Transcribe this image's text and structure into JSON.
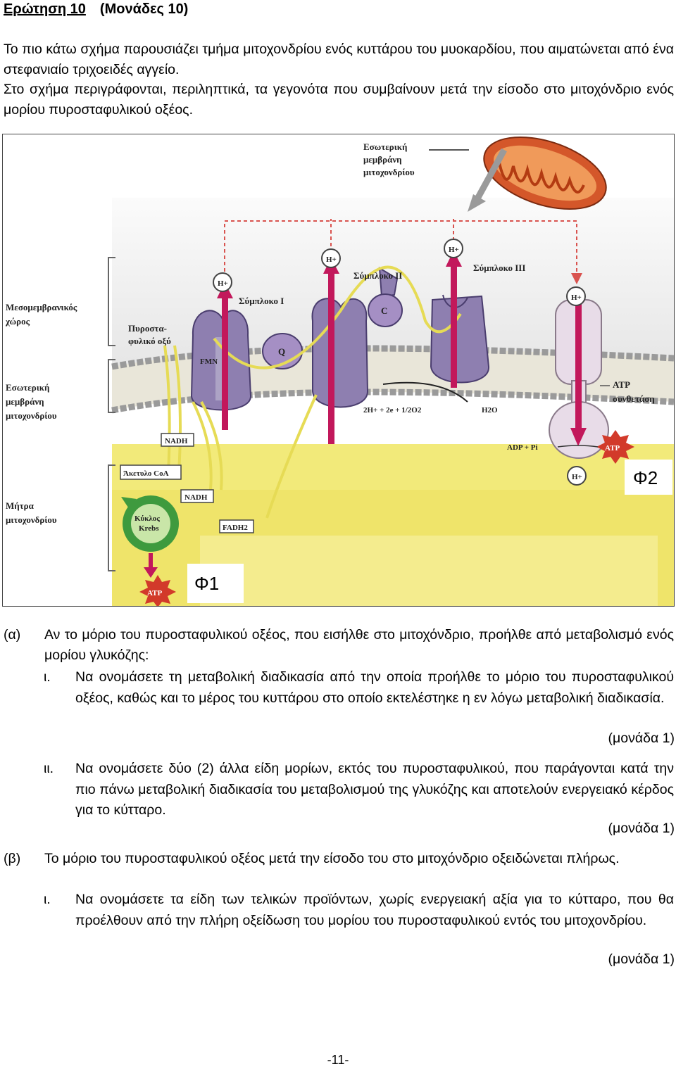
{
  "header": {
    "question": "Ερώτηση 10",
    "units": "(Μονάδες 10)"
  },
  "intro": {
    "p1": "Το πιο κάτω σχήμα παρουσιάζει τμήμα μιτοχονδρίου ενός κυττάρου του μυοκαρδίου, που αιματώνεται από ένα στεφανιαίο τριχοειδές αγγείο.",
    "p2": "Στο σχήμα περιγράφονται, περιληπτικά, τα γεγονότα που συμβαίνουν μετά την είσοδο στο μιτοχόνδριο ενός μορίου πυροσταφυλικού οξέος."
  },
  "figure": {
    "inner_membrane_top": [
      "Εσωτερική",
      "μεμβράνη",
      "μιτοχονδρίου"
    ],
    "intermembrane_space": [
      "Μεσομεμβρανικός",
      "χώρος"
    ],
    "pyruvate": [
      "Πυροστα-",
      "φυλικό οξύ"
    ],
    "inner_membrane_left": [
      "Εσωτερική",
      "μεμβράνη",
      "μιτοχονδρίου"
    ],
    "matrix": [
      "Μήτρα",
      "μιτοχονδρίου"
    ],
    "complex_1": "Σύμπλοκο I",
    "complex_2": "Σύμπλοκο II",
    "complex_3": "Σύμπλοκο III",
    "atp_synthase": [
      "ATP",
      "συνθετάση"
    ],
    "proton": "H+",
    "fmn": "FMN",
    "q": "Q",
    "c": "C",
    "nadh": "NADH",
    "acetyl_coa": "Άκετυλο CoA",
    "fadh2": "FADH2",
    "krebs": [
      "Κύκλος",
      "Krebs"
    ],
    "atp": "ATP",
    "adp": "ADP + Pi",
    "water_reaction": "2H+ + 2e + 1/2O2",
    "water": "H2O",
    "phi1": "Φ1",
    "phi2": "Φ2"
  },
  "questions": {
    "a": {
      "tag": "(α)",
      "text": "Αν το μόριο του πυροσταφυλικού οξέος, που εισήλθε στο μιτοχόνδριο, προήλθε από μεταβολισμό ενός μορίου γλυκόζης:",
      "i": {
        "num": "ι.",
        "text": "Να ονομάσετε τη μεταβολική διαδικασία από την οποία προήλθε το μόριο του πυροσταφυλικού οξέος, καθώς και το μέρος του κυττάρου στο οποίο εκτελέστηκε η εν λόγω μεταβολική διαδικασία.",
        "points": "(μονάδα 1)"
      },
      "ii": {
        "num": "ιι.",
        "text": "Να ονομάσετε δύο (2) άλλα είδη μορίων, εκτός του πυροσταφυλικού, που παράγονται κατά την πιο πάνω μεταβολική διαδικασία του μεταβολισμού της γλυκόζης και αποτελούν ενεργειακό κέρδος για το κύτταρο.",
        "points": "(μονάδα 1)"
      }
    },
    "b": {
      "tag": "(β)",
      "text": "Το μόριο του πυροσταφυλικού οξέος μετά την είσοδο του στο μιτοχόνδριο οξειδώνεται πλήρως.",
      "i": {
        "num": "ι.",
        "text": "Να ονομάσετε τα είδη των τελικών προϊόντων, χωρίς ενεργειακή αξία για το κύτταρο, που θα προέλθουν από την πλήρη οξείδωση του μορίου του πυροσταφυλικού εντός του μιτοχονδρίου.",
        "points": "(μονάδα 1)"
      }
    }
  },
  "footer": {
    "page": "-11-"
  }
}
